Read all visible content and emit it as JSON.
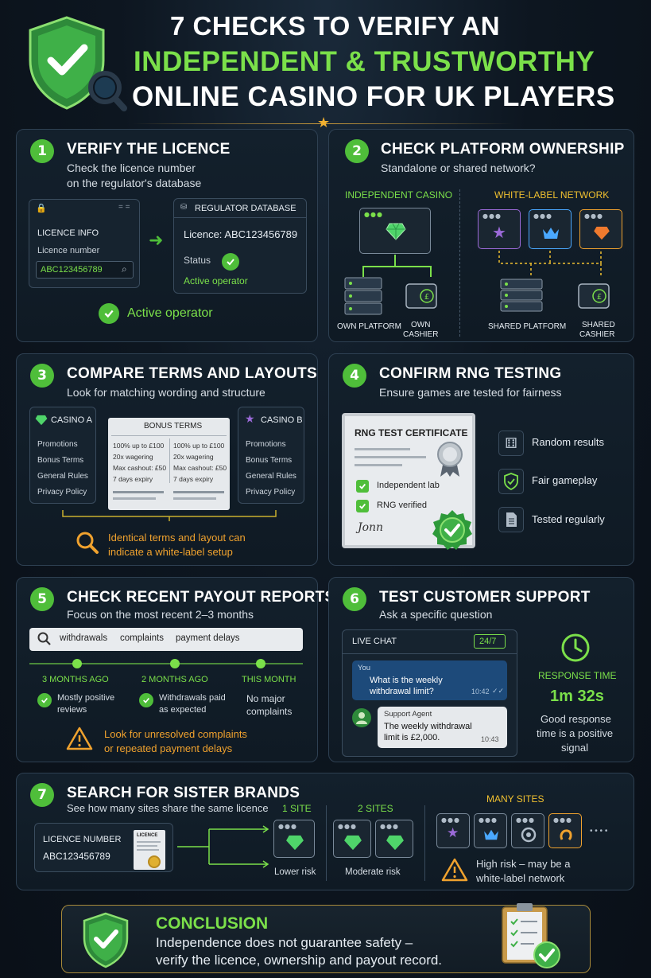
{
  "header": {
    "line1": "7 CHECKS TO VERIFY AN",
    "line2": "INDEPENDENT & TRUSTWORTHY",
    "line3": "ONLINE CASINO FOR UK PLAYERS"
  },
  "s1": {
    "num": "1",
    "title": "VERIFY THE LICENCE",
    "sub1": "Check the licence number",
    "sub2": "on the regulator's database",
    "info_title": "LICENCE INFO",
    "info_label": "Licence number",
    "info_value": "ABC123456789",
    "db_title": "REGULATOR DATABASE",
    "db_licence": "Licence: ABC123456789",
    "db_status": "Status",
    "db_active": "Active operator",
    "result": "Active operator"
  },
  "s2": {
    "num": "2",
    "title": "CHECK PLATFORM OWNERSHIP",
    "sub": "Standalone or shared network?",
    "left_label": "INDEPENDENT CASINO",
    "right_label": "WHITE-LABEL NETWORK",
    "own_platform": "OWN PLATFORM",
    "own_cashier_1": "OWN",
    "own_cashier_2": "CASHIER",
    "shared_platform": "SHARED PLATFORM",
    "shared_cashier_1": "SHARED",
    "shared_cashier_2": "CASHIER"
  },
  "s3": {
    "num": "3",
    "title": "COMPARE TERMS AND LAYOUTS",
    "sub": "Look for matching wording and structure",
    "casino_a": "CASINO A",
    "casino_b": "CASINO B",
    "menu": [
      "Promotions",
      "Bonus Terms",
      "General Rules",
      "Privacy Policy"
    ],
    "bonus_title": "BONUS TERMS",
    "terms": [
      "100% up to £100",
      "20x wagering",
      "Max cashout: £50",
      "7 days expiry"
    ],
    "note1": "Identical terms and layout can",
    "note2": "indicate a white-label setup"
  },
  "s4": {
    "num": "4",
    "title": "CONFIRM RNG TESTING",
    "sub": "Ensure games are tested for fairness",
    "cert_title": "RNG TEST CERTIFICATE",
    "cert_items": [
      "Independent lab",
      "RNG verified"
    ],
    "signature": "Jonn",
    "features": [
      "Random results",
      "Fair gameplay",
      "Tested regularly"
    ]
  },
  "s5": {
    "num": "5",
    "title": "CHECK RECENT PAYOUT REPORTS",
    "sub": "Focus on the most recent 2–3 months",
    "search_terms": [
      "withdrawals",
      "complaints",
      "payment delays"
    ],
    "col1_head": "3 MONTHS AGO",
    "col1_a": "Mostly positive",
    "col1_b": "reviews",
    "col2_head": "2 MONTHS AGO",
    "col2_a": "Withdrawals paid",
    "col2_b": "as expected",
    "col3_head": "THIS MONTH",
    "col3_a": "No major",
    "col3_b": "complaints",
    "warn1": "Look for unresolved complaints",
    "warn2": "or repeated payment delays"
  },
  "s6": {
    "num": "6",
    "title": "TEST CUSTOMER SUPPORT",
    "sub": "Ask a specific question",
    "chat_title": "LIVE CHAT",
    "chat_badge": "24/7",
    "you_label": "You",
    "you_msg1": "What is the weekly",
    "you_msg2": "withdrawal limit?",
    "you_time": "10:42",
    "agent_label": "Support Agent",
    "agent_msg1": "The weekly withdrawal",
    "agent_msg2": "limit is £2,000.",
    "agent_time": "10:43",
    "resp_label": "RESPONSE TIME",
    "resp_value": "1m 32s",
    "resp_note1": "Good response",
    "resp_note2": "time is a positive",
    "resp_note3": "signal"
  },
  "s7": {
    "num": "7",
    "title": "SEARCH FOR SISTER BRANDS",
    "sub": "See how many sites share the same licence",
    "lic_label": "LICENCE NUMBER",
    "lic_value": "ABC123456789",
    "lic_doc": "LICENCE",
    "one_site": "1 SITE",
    "one_risk": "Lower risk",
    "two_sites": "2 SITES",
    "two_risk": "Moderate risk",
    "many_sites": "MANY SITES",
    "high1": "High risk – may be a",
    "high2": "white-label network",
    "ellipsis": "• • • •"
  },
  "conclusion": {
    "title": "CONCLUSION",
    "line1": "Independence does not guarantee safety –",
    "line2": "verify the licence, ownership and payout record."
  },
  "colors": {
    "accent_green": "#7be04a",
    "badge_green": "#4fbe3a",
    "accent_orange": "#f0a22e",
    "gem_green": "#4fd46a",
    "crown_blue": "#4aa8ff",
    "star_purple": "#9b6ad8",
    "gem_orange": "#f07a2e"
  }
}
